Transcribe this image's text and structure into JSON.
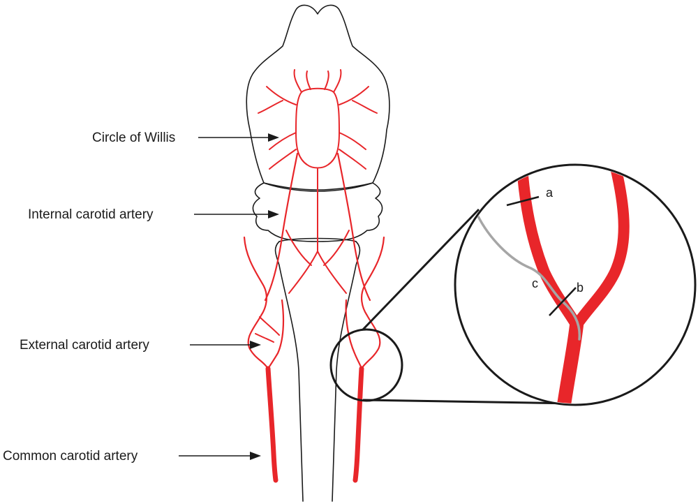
{
  "colors": {
    "artery": "#e8262a",
    "outline": "#1a1a1a",
    "suture": "#a6a6a6",
    "background": "#ffffff"
  },
  "labels": {
    "circle_of_willis": "Circle of Willis",
    "internal_carotid": "Internal carotid artery",
    "external_carotid": "External carotid artery",
    "common_carotid": "Common carotid artery"
  },
  "inset_labels": {
    "a": "a",
    "b": "b",
    "c": "c"
  }
}
